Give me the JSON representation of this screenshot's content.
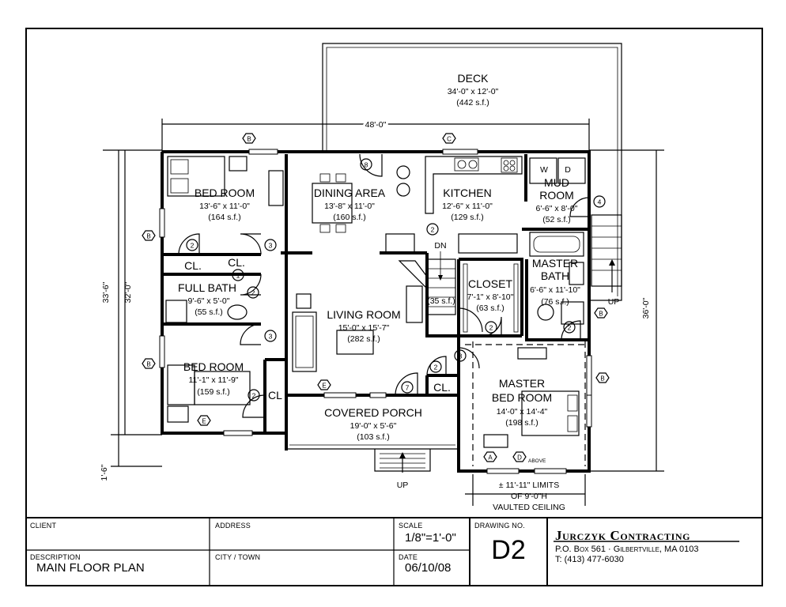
{
  "rooms": {
    "deck": {
      "name": "DECK",
      "dims": "34'-0\" x 12'-0\"",
      "area": "(442 s.f.)"
    },
    "bed1": {
      "name": "BED ROOM",
      "dims": "13'-6\" x 11'-0\"",
      "area": "(164 s.f.)"
    },
    "dining": {
      "name": "DINING AREA",
      "dims": "13'-8\" x 11'-0\"",
      "area": "(160 s.f.)"
    },
    "kitchen": {
      "name": "KITCHEN",
      "dims": "12'-6\" x 11'-0\"",
      "area": "(129 s.f.)"
    },
    "mud": {
      "name1": "MUD",
      "name2": "ROOM",
      "dims": "6'-6\" x 8'-0\"",
      "area": "(52 s.f.)"
    },
    "closet_label": "CL.",
    "fullbath": {
      "name": "FULL BATH",
      "dims": "9'-6\" x 5'-0\"",
      "area": "(55 s.f.)"
    },
    "stair_area": "(35 s.f.)",
    "closet": {
      "name": "CLOSET",
      "dims": "7'-1\" x 8'-10\"",
      "area": "(63 s.f.)"
    },
    "masterbath": {
      "name1": "MASTER",
      "name2": "BATH",
      "dims": "6'-6\" x 11'-10\"",
      "area": "(76 s.f.)"
    },
    "living": {
      "name": "LIVING ROOM",
      "dims": "15'-0\" x 15'-7\"",
      "area": "(282 s.f.)"
    },
    "bed2": {
      "name": "BED ROOM",
      "dims": "11'-1\" x 11'-9\"",
      "area": "(159 s.f.)"
    },
    "cl_short": "CL",
    "master": {
      "name1": "MASTER",
      "name2": "BED ROOM",
      "dims": "14'-0\" x 14'-4\"",
      "area": "(198 s.f.)"
    },
    "porch": {
      "name": "COVERED PORCH",
      "dims": "19'-0\" x 5'-6\"",
      "area": "(103 s.f.)"
    }
  },
  "dims": {
    "top": "48'-0\"",
    "left_outer": "33'-6\"",
    "left_inner": "32'-0\"",
    "right": "36'-0\"",
    "bottom_left": "1'-6\""
  },
  "labels": {
    "dn": "DN",
    "up": "UP",
    "w": "W",
    "d": "D",
    "above": "ABOVE",
    "vault1": "± 11'-11\" LIMITS",
    "vault2": "OF 9'-0\"H",
    "vault3": "VAULTED CEILING"
  },
  "tags": {
    "b": "B",
    "c": "C",
    "e": "E",
    "a": "A",
    "d": "D",
    "n1": "1",
    "n2": "2",
    "n3": "3",
    "n4": "4",
    "n7": "7",
    "n8": "8"
  },
  "titleblock": {
    "client_label": "CLIENT",
    "address_label": "ADDRESS",
    "scale_label": "SCALE",
    "scale": "1/8\"=1'-0\"",
    "drawing_label": "DRAWING NO.",
    "drawing": "D2",
    "description_label": "DESCRIPTION",
    "description": "MAIN FLOOR PLAN",
    "city_label": "CITY / TOWN",
    "date_label": "DATE",
    "date": "06/10/08",
    "company": "Jurczyk Contracting",
    "address_line": "P.O. Box 561 · Gilbertville, MA 0103",
    "phone": "T: (413) 477-6030"
  }
}
